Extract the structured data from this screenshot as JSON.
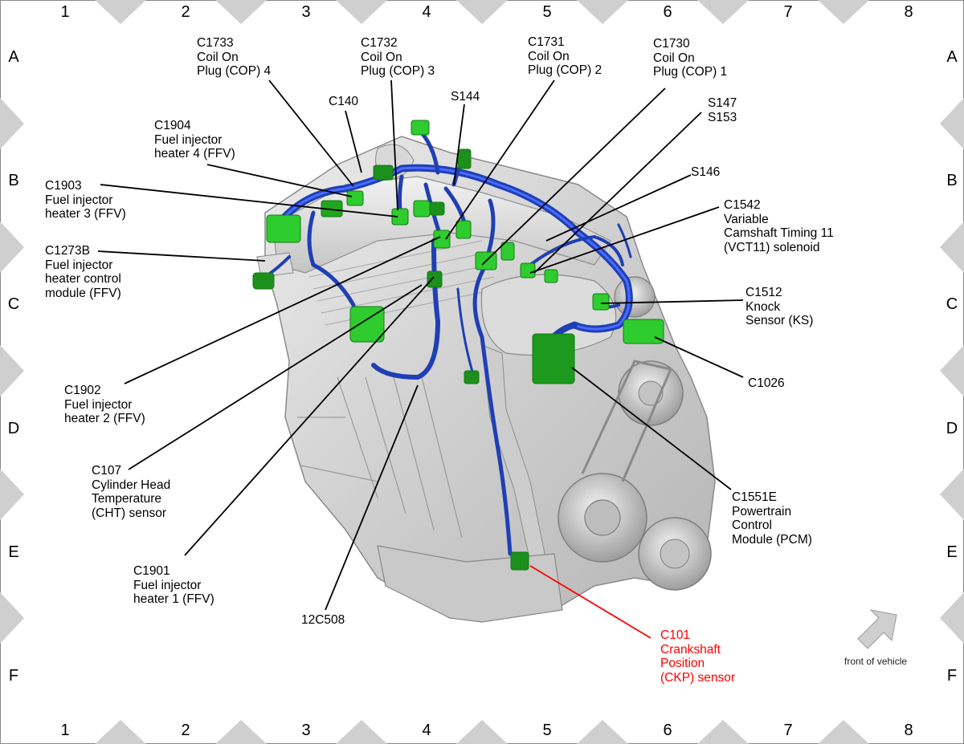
{
  "grid": {
    "columns": [
      "1",
      "2",
      "3",
      "4",
      "5",
      "6",
      "7",
      "8"
    ],
    "rows": [
      "A",
      "B",
      "C",
      "D",
      "E",
      "F"
    ]
  },
  "colors": {
    "harness": "#1f3fb5",
    "connector": "#2ecc2e",
    "highlight": "#ff0000",
    "engine": "#d6d6d6",
    "marker": "#cfcfcf"
  },
  "labels": {
    "c1733": "C1733\nCoil On\nPlug (COP) 4",
    "c1732": "C1732\nCoil On\nPlug (COP) 3",
    "c1731": "C1731\nCoil On\nPlug (COP) 2",
    "c1730": "C1730\nCoil On\nPlug (COP) 1",
    "c140": "C140",
    "s144": "S144",
    "s147": "S147\nS153",
    "c1904": "C1904\nFuel injector\nheater 4 (FFV)",
    "s146": "S146",
    "c1903": "C1903\nFuel injector\nheater 3 (FFV)",
    "c1542": "C1542\nVariable\nCamshaft Timing 11\n(VCT11) solenoid",
    "c1273b": "C1273B\nFuel injector\nheater control\nmodule (FFV)",
    "c1512": "C1512\nKnock\nSensor (KS)",
    "c1026": "C1026",
    "c1902": "C1902\nFuel injector\nheater 2 (FFV)",
    "c107": "C107\nCylinder Head\nTemperature\n(CHT) sensor",
    "c1551e": "C1551E\nPowertrain\nControl\nModule (PCM)",
    "c1901": "C1901\nFuel injector\nheater 1 (FFV)",
    "c12c508": "12C508",
    "c101": "C101\nCrankshaft\nPosition\n(CKP) sensor"
  },
  "legend": {
    "front_of_vehicle": "front of vehicle",
    "arrow_icon": "arrow-up-right-icon"
  }
}
